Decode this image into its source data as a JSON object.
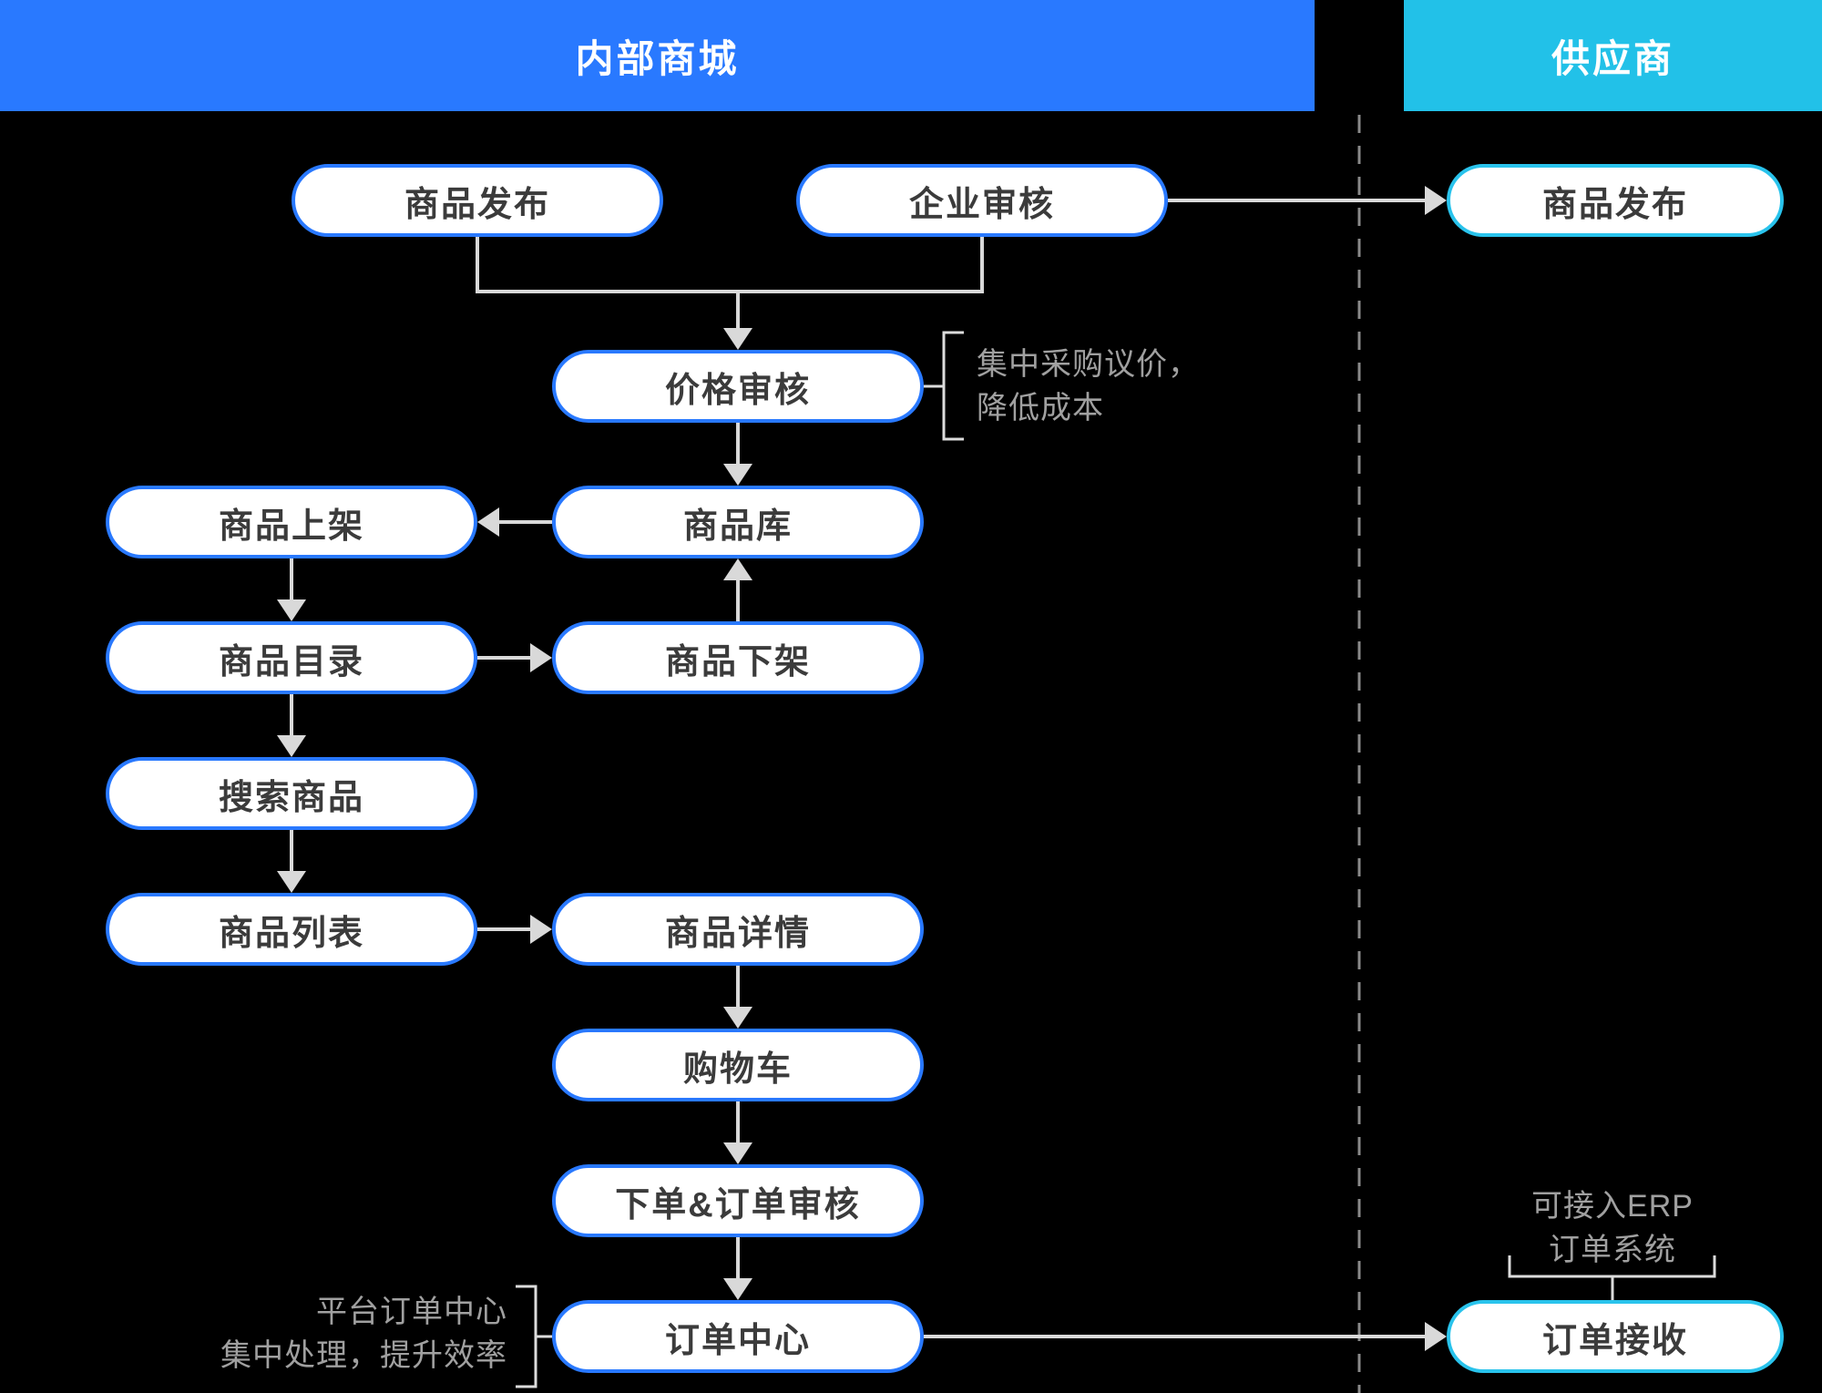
{
  "lanes": {
    "internal": {
      "label": "内部商城",
      "color": "#2979FF"
    },
    "supplier": {
      "label": "供应商",
      "color": "#22C1E8"
    }
  },
  "nodes": [
    {
      "id": "internal-product-publish",
      "label": "商品发布",
      "lane": "internal"
    },
    {
      "id": "enterprise-review",
      "label": "企业审核",
      "lane": "internal"
    },
    {
      "id": "supplier-product-publish",
      "label": "商品发布",
      "lane": "supplier"
    },
    {
      "id": "price-review",
      "label": "价格审核",
      "lane": "internal"
    },
    {
      "id": "product-library",
      "label": "商品库",
      "lane": "internal"
    },
    {
      "id": "product-listing",
      "label": "商品上架",
      "lane": "internal"
    },
    {
      "id": "product-catalog",
      "label": "商品目录",
      "lane": "internal"
    },
    {
      "id": "product-delisting",
      "label": "商品下架",
      "lane": "internal"
    },
    {
      "id": "search-products",
      "label": "搜索商品",
      "lane": "internal"
    },
    {
      "id": "product-list",
      "label": "商品列表",
      "lane": "internal"
    },
    {
      "id": "product-detail",
      "label": "商品详情",
      "lane": "internal"
    },
    {
      "id": "shopping-cart",
      "label": "购物车",
      "lane": "internal"
    },
    {
      "id": "place-order-review",
      "label": "下单&订单审核",
      "lane": "internal"
    },
    {
      "id": "order-center",
      "label": "订单中心",
      "lane": "internal"
    },
    {
      "id": "order-receive",
      "label": "订单接收",
      "lane": "supplier"
    }
  ],
  "annotations": [
    {
      "id": "price-note",
      "lines": [
        "集中采购议价，",
        "降低成本"
      ]
    },
    {
      "id": "order-center-note",
      "lines": [
        "平台订单中心",
        "集中处理，提升效率"
      ]
    },
    {
      "id": "erp-note",
      "lines": [
        "可接入ERP",
        "订单系统"
      ]
    }
  ],
  "colors": {
    "background": "#000000",
    "internal_accent": "#2979FF",
    "supplier_accent": "#22C1E8",
    "node_fill": "#FFFFFF",
    "node_text": "#3B3B3B",
    "arrow": "#D9D9D9",
    "divider": "#8A8A8A",
    "annotation_text": "#A0A0A0"
  }
}
